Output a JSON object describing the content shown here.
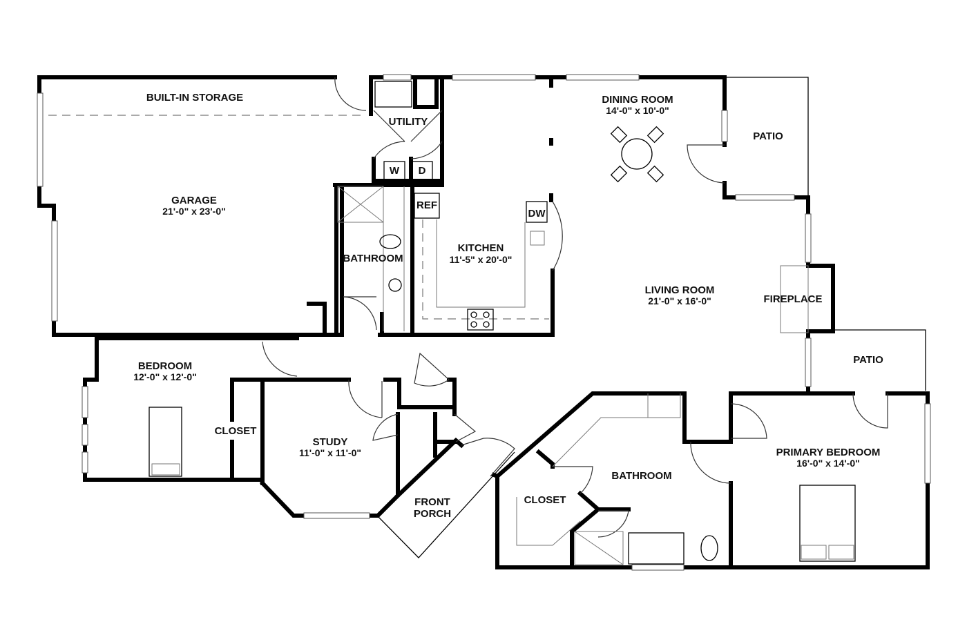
{
  "floor_plan": {
    "rooms": {
      "storage": {
        "name": "BUILT-IN STORAGE"
      },
      "utility": {
        "name": "UTILITY"
      },
      "washer": {
        "name": "W"
      },
      "dryer": {
        "name": "D"
      },
      "dining": {
        "name": "DINING ROOM",
        "dim": "14'-0\" x 10'-0\""
      },
      "patio_top": {
        "name": "PATIO"
      },
      "garage": {
        "name": "GARAGE",
        "dim": "21'-0\" x 23'-0\""
      },
      "ref": {
        "name": "REF"
      },
      "dw": {
        "name": "DW"
      },
      "kitchen": {
        "name": "KITCHEN",
        "dim": "11'-5\" x 20'-0\""
      },
      "bath1": {
        "name": "BATHROOM"
      },
      "living": {
        "name": "LIVING ROOM",
        "dim": "21'-0\" x 16'-0\""
      },
      "fireplace": {
        "name": "FIREPLACE"
      },
      "patio_right": {
        "name": "PATIO"
      },
      "bedroom": {
        "name": "BEDROOM",
        "dim": "12'-0\" x 12'-0\""
      },
      "closet1": {
        "name": "CLOSET"
      },
      "study": {
        "name": "STUDY",
        "dim": "11'-0\" x 11'-0\""
      },
      "porch_line1": {
        "name": "FRONT"
      },
      "porch_line2": {
        "name": "PORCH"
      },
      "bath2": {
        "name": "BATHROOM"
      },
      "closet2": {
        "name": "CLOSET"
      },
      "primary": {
        "name": "PRIMARY BEDROOM",
        "dim": "16'-0\" x 14'-0\""
      }
    },
    "colors": {
      "wall": "#000000",
      "background": "#ffffff",
      "fixture": "#777777"
    }
  }
}
